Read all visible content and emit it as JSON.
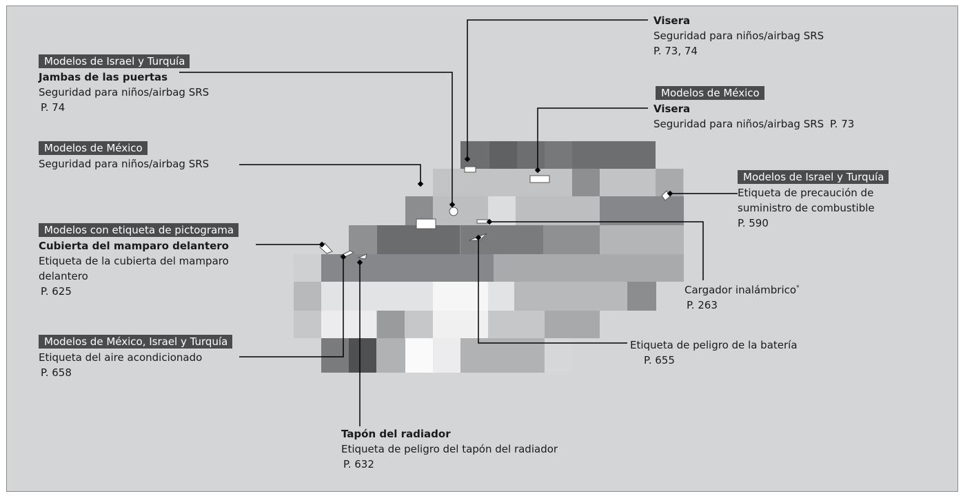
{
  "colors": {
    "tag_background": "#4a4b4d",
    "tag_text": "#ffffff",
    "background": "#d4d5d6",
    "line": "#000000"
  },
  "callouts": {
    "jambas": {
      "tag": "Modelos de Israel y Turquía",
      "title": "Jambas de las puertas",
      "desc": "Seguridad para niños/airbag SRS",
      "ref": "P. 74"
    },
    "mexico_srs": {
      "tag": "Modelos de México",
      "desc": "Seguridad para niños/airbag SRS"
    },
    "cubierta": {
      "tag": "Modelos con etiqueta de pictograma",
      "title": "Cubierta del mamparo delantero",
      "desc_line1": "Etiqueta de la cubierta del mamparo",
      "desc_line2": "delantero",
      "ref": "P. 625"
    },
    "aire": {
      "tag": "Modelos de México, Israel y Turquía",
      "desc": "Etiqueta del aire acondicionado",
      "ref": "P. 658"
    },
    "radiador": {
      "title": "Tapón del radiador",
      "desc": "Etiqueta de peligro del tapón del radiador",
      "ref": "P. 632"
    },
    "visera1": {
      "title": "Visera",
      "desc": "Seguridad para niños/airbag SRS",
      "ref": "P. 73, 74"
    },
    "visera2": {
      "tag": "Modelos de México",
      "title": "Visera",
      "desc": "Seguridad para niños/airbag SRS",
      "ref": "P. 73"
    },
    "combustible": {
      "tag": "Modelos de Israel y Turquía",
      "desc_line1": "Etiqueta de precaución de",
      "desc_line2": "suministro de combustible",
      "ref": "P. 590"
    },
    "cargador": {
      "title": "Cargador inalámbrico",
      "star": "*",
      "ref": "P. 263"
    },
    "bateria": {
      "desc": "Etiqueta de peligro de la batería",
      "ref": "P. 655"
    }
  },
  "icons": [
    "airbag-label-marker-icon",
    "leader-dot-icon"
  ]
}
